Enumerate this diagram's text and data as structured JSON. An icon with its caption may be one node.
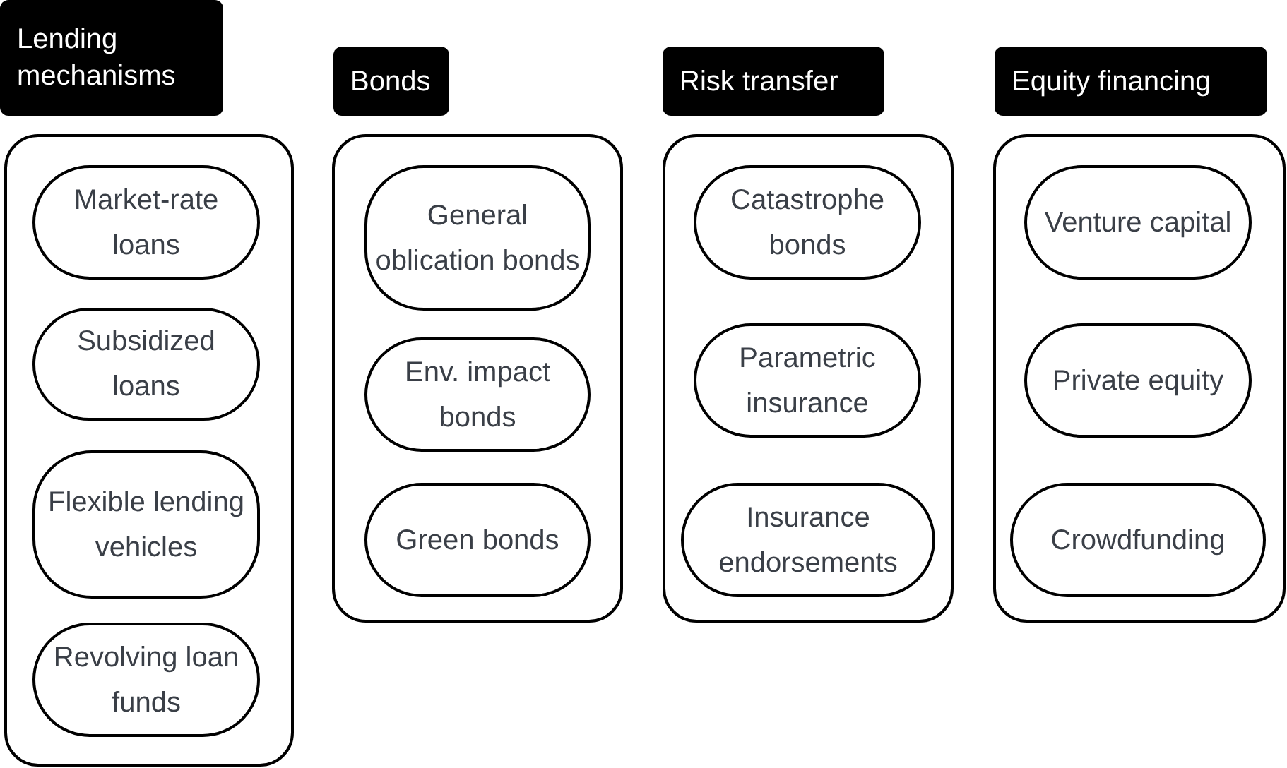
{
  "diagram": {
    "nodes": [
      {
        "text": [
          "Lending mechanisms"
        ]
      },
      {
        "text": [
          "Market-rate loans"
        ],
        "in": 0
      },
      {
        "text": [
          "Subsidized loans"
        ],
        "in": 0
      },
      {
        "text": [
          "Flexible lending vehicles"
        ],
        "in": 0
      },
      {
        "text": [
          "Revolving loan funds"
        ],
        "in": 0
      },
      {
        "text": [
          "Bonds"
        ]
      },
      {
        "text": [
          "General oblication bonds"
        ],
        "in": 5
      },
      {
        "text": [
          "Env. impact bonds"
        ],
        "in": 5
      },
      {
        "text": [
          "Green bonds"
        ],
        "in": 5
      },
      {
        "text": [
          "Risk transfer"
        ]
      },
      {
        "text": [
          "Catastrophe bonds"
        ],
        "in": 9
      },
      {
        "text": [
          "Parametric insurance"
        ],
        "in": 9
      },
      {
        "text": [
          "Insurance endorsements"
        ],
        "in": 9
      },
      {
        "text": [
          "Equity financing"
        ]
      },
      {
        "text": [
          "Venture capital"
        ],
        "in": 13
      },
      {
        "text": [
          "Private equity"
        ],
        "in": 13
      },
      {
        "text": [
          "Crowdfunding"
        ],
        "in": 13
      }
    ]
  }
}
